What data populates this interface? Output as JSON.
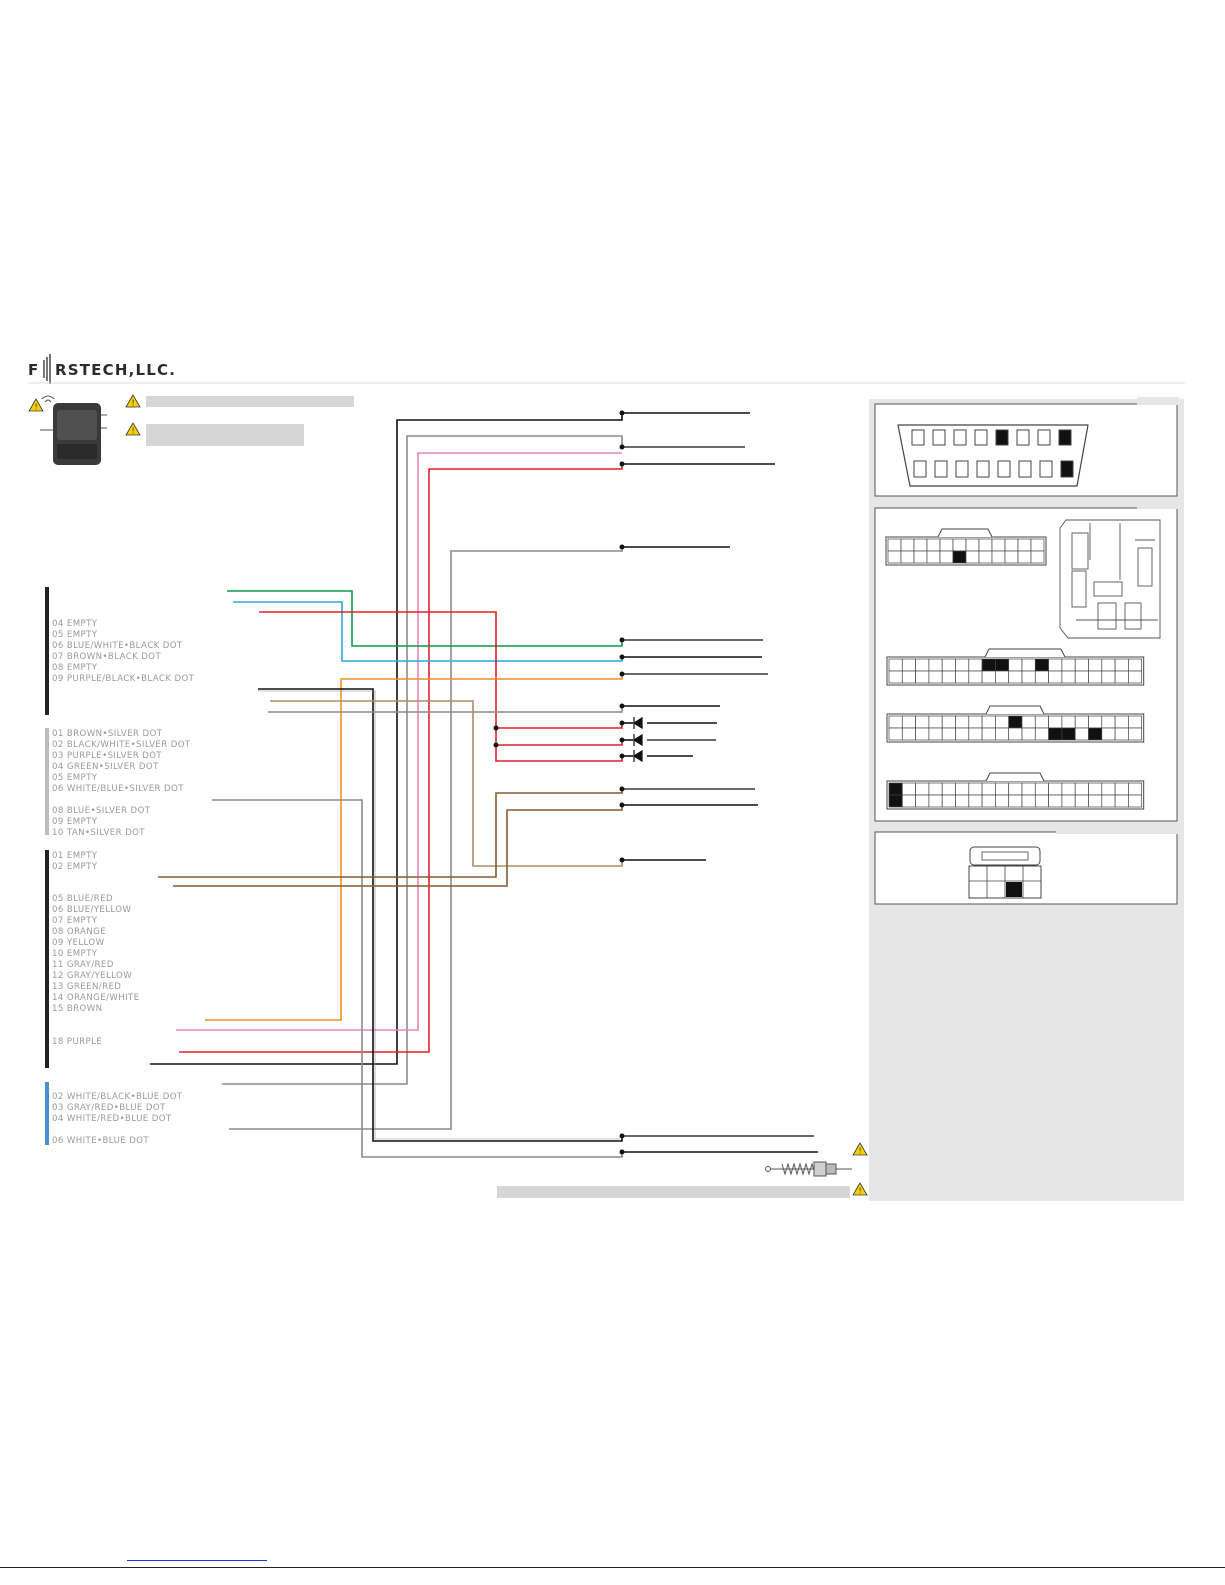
{
  "brand": {
    "name": "F",
    "name_rest": "RSTECH,LLC."
  },
  "pin_groups": [
    {
      "id": "group-a",
      "bar_color": "#222222",
      "pins": [
        "04 EMPTY",
        "05 EMPTY",
        "06 BLUE/WHITE•BLACK DOT",
        "07 BROWN•BLACK DOT",
        "08 EMPTY",
        "09 PURPLE/BLACK•BLACK DOT"
      ]
    },
    {
      "id": "group-b",
      "bar_color": "#bcbcbc",
      "pins": [
        "01 BROWN•SILVER DOT",
        "02 BLACK/WHITE•SILVER DOT",
        "03 PURPLE•SILVER DOT",
        "04 GREEN•SILVER DOT",
        "05 EMPTY",
        "06 WHITE/BLUE•SILVER DOT",
        "08 BLUE•SILVER DOT",
        "09 EMPTY",
        "10 TAN•SILVER DOT"
      ]
    },
    {
      "id": "group-c",
      "bar_color": "#222222",
      "pins": [
        "01 EMPTY",
        "02 EMPTY",
        "05 BLUE/RED",
        "06 BLUE/YELLOW",
        "07 EMPTY",
        "08 ORANGE",
        "09 YELLOW",
        "10 EMPTY",
        "11 GRAY/RED",
        "12 GRAY/YELLOW",
        "13 GREEN/RED",
        "14 ORANGE/WHITE",
        "15 BROWN",
        "18 PURPLE"
      ]
    },
    {
      "id": "group-d",
      "bar_color": "#4a8fcf",
      "pins": [
        "02 WHITE/BLACK•BLUE DOT",
        "03 GRAY/RED•BLUE DOT",
        "04 WHITE/RED•BLUE DOT",
        "06 WHITE•BLUE DOT"
      ]
    }
  ],
  "colors": {
    "black": "#111111",
    "gray": "#8c8c8c",
    "pink": "#e887b8",
    "red": "#e2202a",
    "green": "#0c9a4a",
    "cyan": "#2aa9dc",
    "orange": "#f0901e",
    "brown": "#8a5a32",
    "tan": "#b08a6a",
    "panel_bg": "#e6e6e6",
    "warning": "#f5d000"
  },
  "icons": [
    "warning-icon",
    "module-icon",
    "obd-connector-icon",
    "bcm-connector-icon",
    "fuse-box-icon",
    "diode-icon",
    "antenna-icon"
  ]
}
